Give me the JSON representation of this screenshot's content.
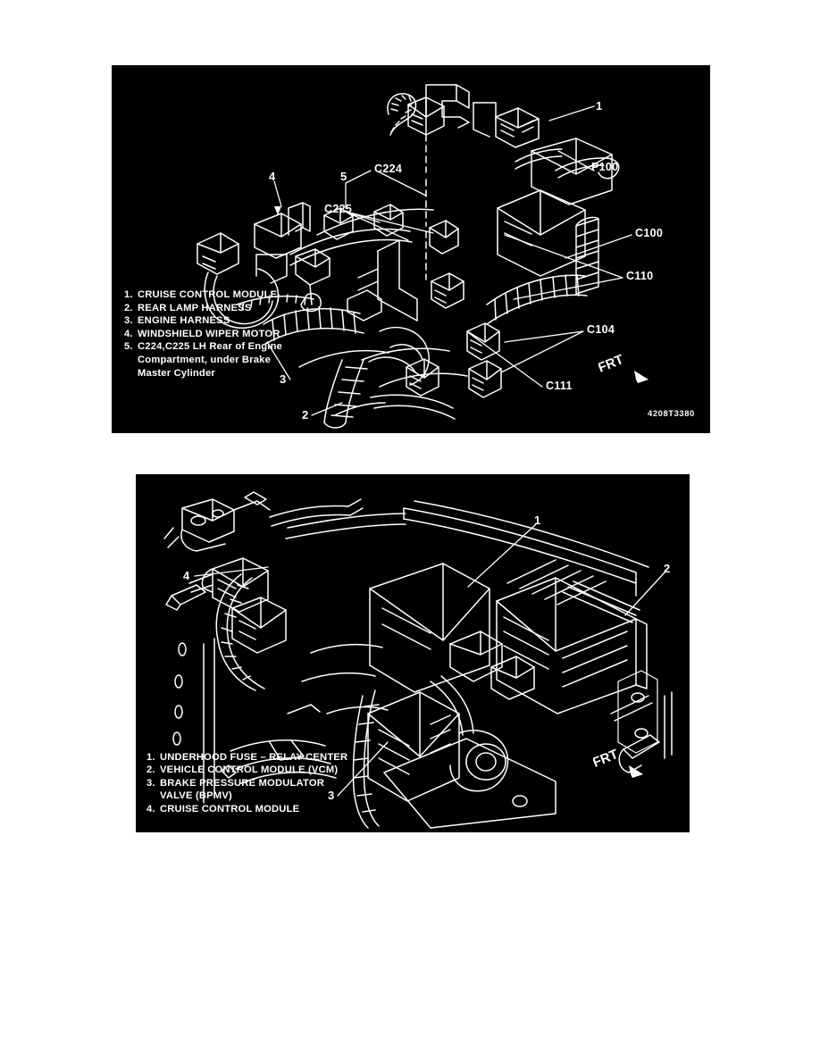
{
  "document": {
    "background_color": "#ffffff",
    "panel_background_color": "#000000",
    "line_color": "#ffffff"
  },
  "figures": [
    {
      "id": "figure-1",
      "code": "4208T3380",
      "orientation_marker": "FRT",
      "legend": [
        {
          "num": "1.",
          "text": "CRUISE CONTROL MODULE"
        },
        {
          "num": "2.",
          "text": "REAR LAMP HARNESS"
        },
        {
          "num": "3.",
          "text": "ENGINE HARNESS"
        },
        {
          "num": "4.",
          "text": "WINDSHIELD WIPER MOTOR"
        },
        {
          "num": "5.",
          "text": "C224,C225 LH Rear of Engine\nCompartment, under Brake\nMaster Cylinder"
        }
      ],
      "callouts": [
        {
          "label": "1"
        },
        {
          "label": "2"
        },
        {
          "label": "3"
        },
        {
          "label": "4"
        },
        {
          "label": "5"
        }
      ],
      "connectors": [
        {
          "label": "C224"
        },
        {
          "label": "C225"
        },
        {
          "label": "P100"
        },
        {
          "label": "C100"
        },
        {
          "label": "C110"
        },
        {
          "label": "C104"
        },
        {
          "label": "C111"
        }
      ]
    },
    {
      "id": "figure-2",
      "orientation_marker": "FRT",
      "legend": [
        {
          "num": "1.",
          "text": "UNDERHOOD FUSE – RELAY CENTER"
        },
        {
          "num": "2.",
          "text": "VEHICLE CONTROL MODULE (VCM)"
        },
        {
          "num": "3.",
          "text": "BRAKE PRESSURE MODULATOR\nVALVE (BPMV)"
        },
        {
          "num": "4.",
          "text": "CRUISE CONTROL MODULE"
        }
      ],
      "callouts": [
        {
          "label": "1"
        },
        {
          "label": "2"
        },
        {
          "label": "3"
        },
        {
          "label": "4"
        }
      ]
    }
  ]
}
